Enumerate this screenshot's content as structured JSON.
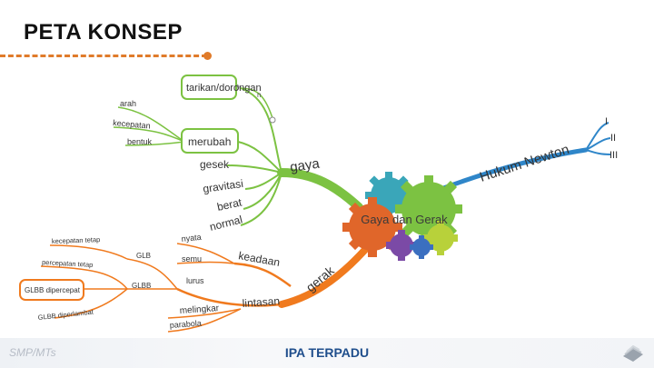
{
  "title": "PETA KONSEP",
  "center": {
    "label": "Gaya dan Gerak"
  },
  "branches": {
    "gaya": "gaya",
    "gerak": "gerak",
    "hukum": "Hukum Newton"
  },
  "gaya_nodes": {
    "tarikan": "tarikan/dorongan",
    "merubah": "merubah",
    "arah": "arah",
    "kecepatan": "kecepatan",
    "bentuk": "bentuk",
    "gesek": "gesek",
    "gravitasi": "gravitasi",
    "berat": "berat",
    "normal": "normal"
  },
  "newton_laws": [
    "I",
    "II",
    "III"
  ],
  "gerak_nodes": {
    "keadaan": "keadaan",
    "nyata": "nyata",
    "semu": "semu",
    "lurus": "lurus",
    "glb": "GLB",
    "glbb": "GLBB",
    "kecepatan_tetap": "kecepatan tetap",
    "percepatan_tetap": "percepatan tetap",
    "glbb_dipercepat": "GLBB dipercepat",
    "glbb_diperlambat": "GLBB diperlambat",
    "lintasan": "lintasan",
    "melingkar": "melingkar",
    "parabola": "parabola"
  },
  "footer": {
    "left": "SMP/MTs",
    "center": "IPA TERPADU"
  }
}
